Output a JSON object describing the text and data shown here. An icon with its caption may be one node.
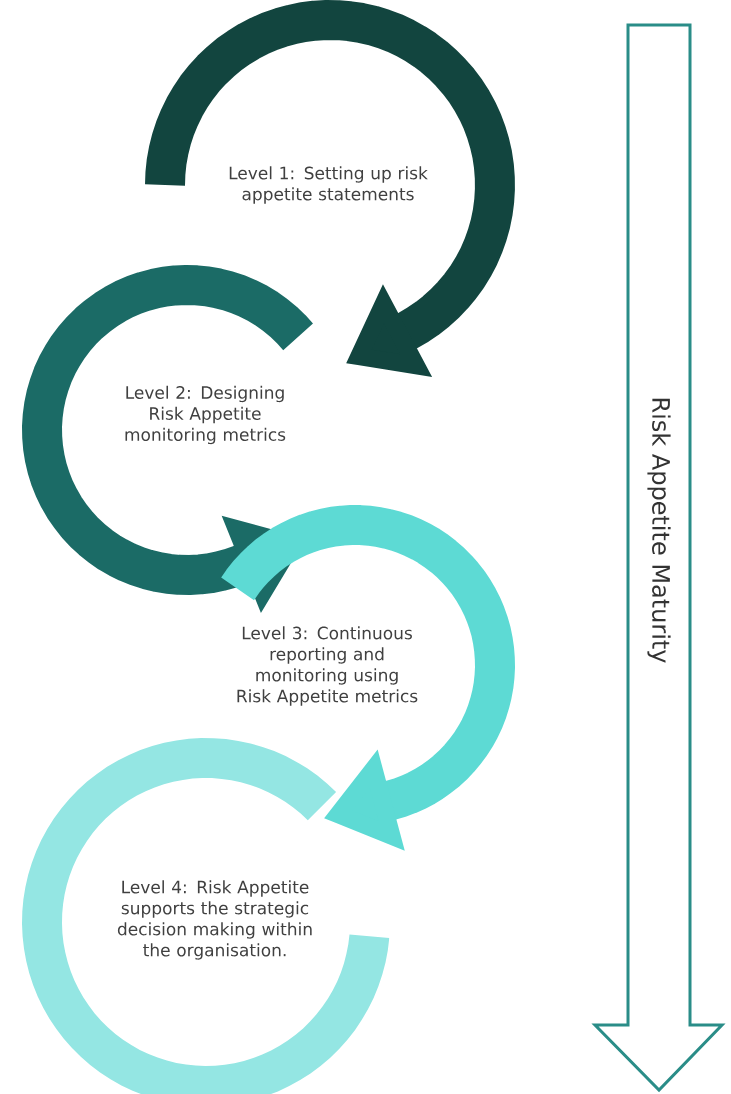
{
  "diagram": {
    "nodes": [
      {
        "text": [
          "Level 1: Setting up risk appetite statements"
        ]
      },
      {
        "text": [
          "Level 2: Designing Risk Appetite monitoring metrics"
        ]
      },
      {
        "text": [
          "Level 3: Continuous reporting and monitoring using Risk Appetite metrics"
        ]
      },
      {
        "text": [
          "Level 4: Risk Appetite supports the strategic decision making within the organisation."
        ]
      },
      {
        "text": [
          "Risk Appetite Maturity"
        ]
      }
    ],
    "edges": [
      {
        "from": 0,
        "to": 1,
        "arrow": "to",
        "color": "#12453f"
      },
      {
        "from": 1,
        "to": 2,
        "arrow": "to",
        "color": "#1b6b66"
      },
      {
        "from": 2,
        "to": 3,
        "arrow": "to",
        "color": "#5ddad4"
      }
    ]
  }
}
